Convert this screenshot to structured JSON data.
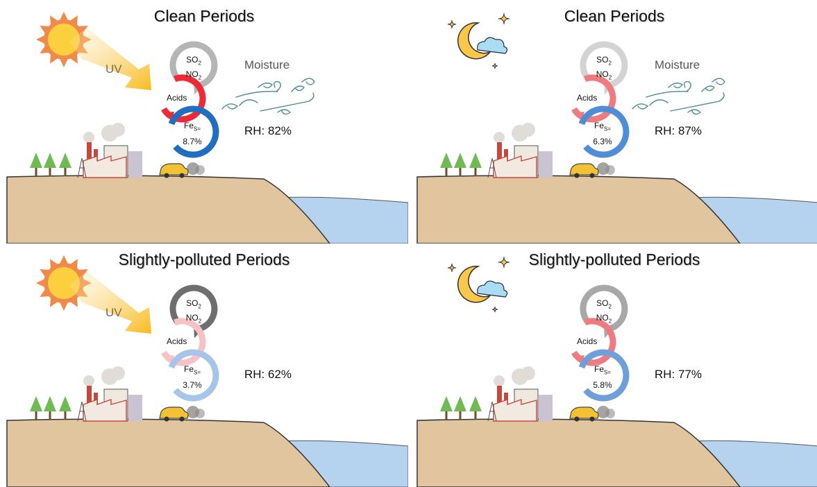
{
  "panels": [
    {
      "title": "Clean Periods",
      "sky": "sun",
      "uv_label": "UV",
      "moisture_label": "Moisture",
      "rh": "RH: 82%",
      "fe_value": "8.7%",
      "colors": {
        "gas": "#b5b5b5",
        "acids": "#ee2a36",
        "fe": "#1f6ec0"
      }
    },
    {
      "title": "Clean Periods",
      "sky": "moon",
      "uv_label": "",
      "moisture_label": "Moisture",
      "rh": "RH: 87%",
      "fe_value": "6.3%",
      "colors": {
        "gas": "#d3d3d3",
        "acids": "#ef7b80",
        "fe": "#4f8ed6"
      }
    },
    {
      "title": "Slightly-polluted Periods",
      "sky": "sun",
      "uv_label": "UV",
      "moisture_label": "",
      "rh": "RH: 62%",
      "fe_value": "3.7%",
      "colors": {
        "gas": "#6e6e6e",
        "acids": "#f6c2c6",
        "fe": "#a7c5e8"
      }
    },
    {
      "title": "Slightly-polluted Periods",
      "sky": "moon",
      "uv_label": "",
      "moisture_label": "",
      "rh": "RH: 77%",
      "fe_value": "5.8%",
      "colors": {
        "gas": "#a8a8a8",
        "acids": "#ef7b80",
        "fe": "#6f9fd8"
      }
    }
  ],
  "labels": {
    "so2": "SO",
    "so2_sub": "2",
    "no2": "NO",
    "no2_sub": "2",
    "acids": "Acids",
    "fe": "Fe",
    "fe_sub": "S="
  },
  "palette": {
    "ground": "#e0c59e",
    "water": "#b5d3ee",
    "sun": "#fbcf3d",
    "sun_rays": "#f08a4b",
    "moon": "#f9c84a",
    "cloud": "#a9dcf5",
    "tree": "#6fba52",
    "factory": "#c8473d",
    "smoke": "#e0dcd7",
    "car": "#f3c232",
    "exhaust": "#8d8d8d"
  }
}
